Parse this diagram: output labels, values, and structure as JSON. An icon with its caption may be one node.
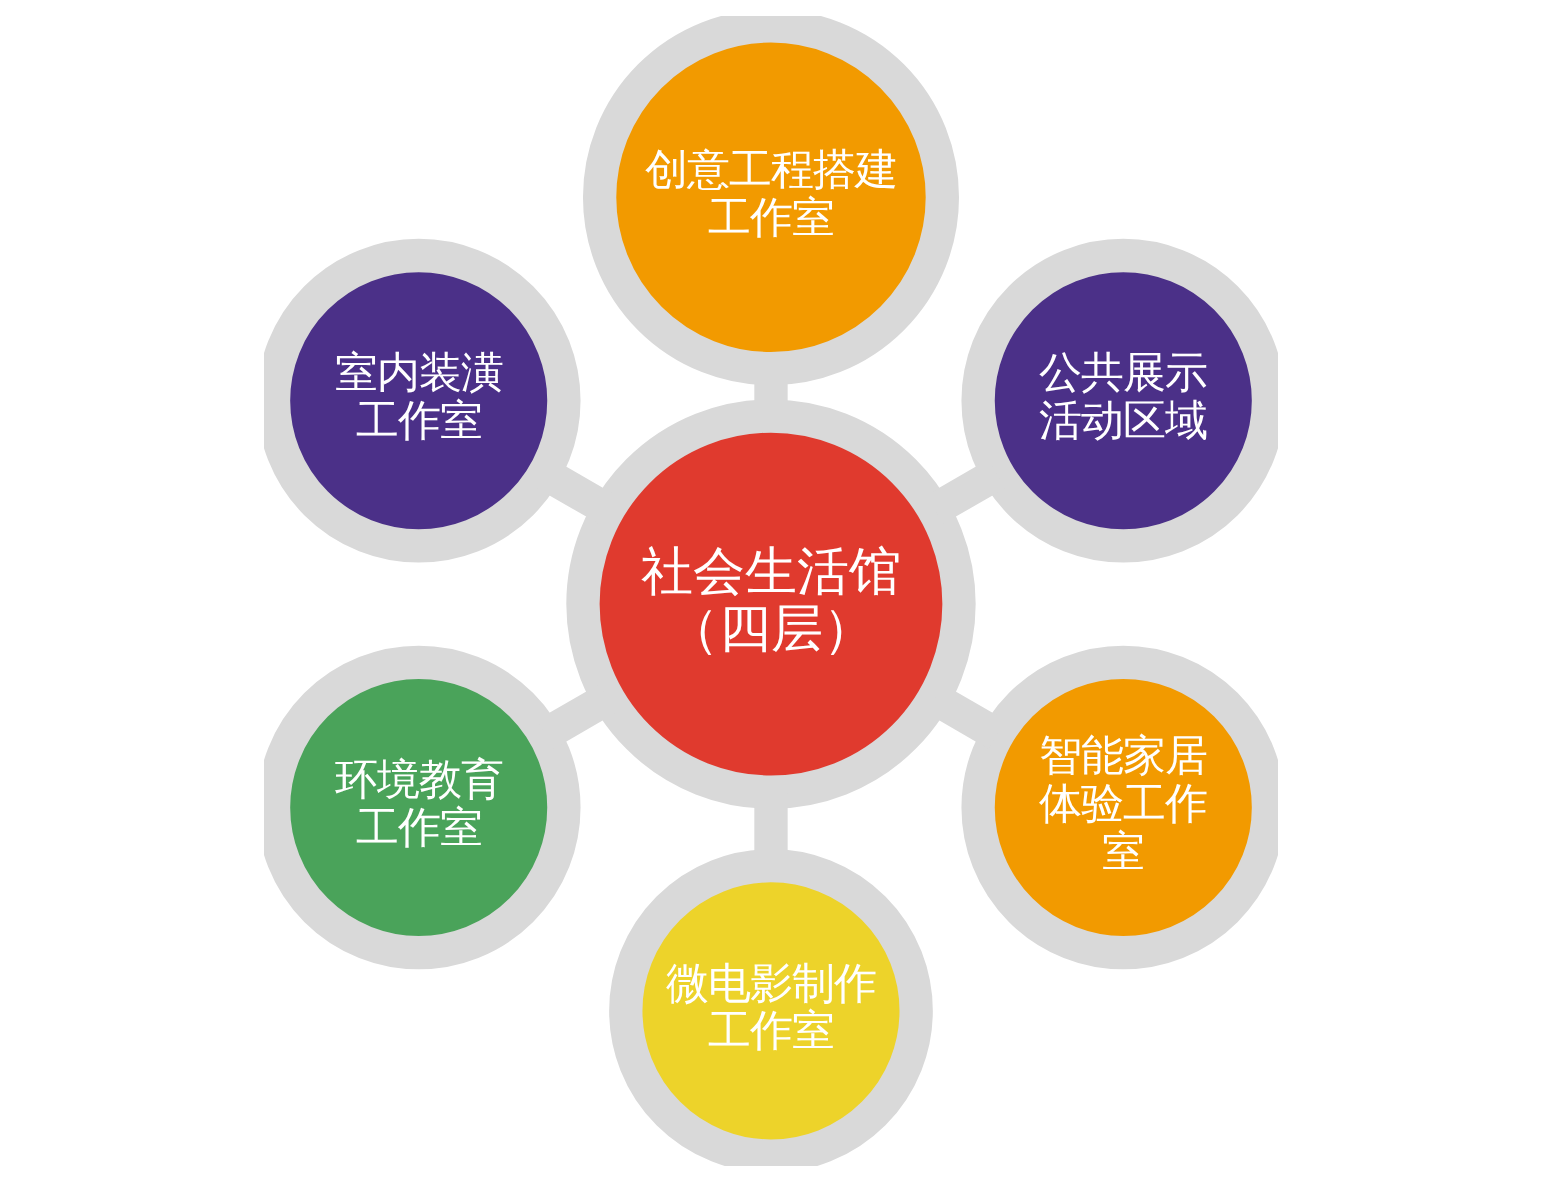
{
  "diagram": {
    "nodes": [
      {
        "text": [
          "社会生活馆（四层）"
        ]
      },
      {
        "text": [
          "公共展示活动区域"
        ]
      },
      {
        "text": [
          "创意工程搭建工作室"
        ]
      },
      {
        "text": [
          "室内装潢工作室"
        ]
      },
      {
        "text": [
          "环境教育工作室"
        ]
      },
      {
        "text": [
          "微电影制作工作室"
        ]
      },
      {
        "text": [
          "智能家居体验工作室"
        ]
      }
    ],
    "edges": [
      {
        "from": 0,
        "to": 1,
        "arrow": "none"
      },
      {
        "from": 0,
        "to": 2,
        "arrow": "none"
      },
      {
        "from": 0,
        "to": 3,
        "arrow": "none"
      },
      {
        "from": 0,
        "to": 4,
        "arrow": "none"
      },
      {
        "from": 0,
        "to": 5,
        "arrow": "none"
      },
      {
        "from": 0,
        "to": 6,
        "arrow": "none"
      }
    ]
  }
}
